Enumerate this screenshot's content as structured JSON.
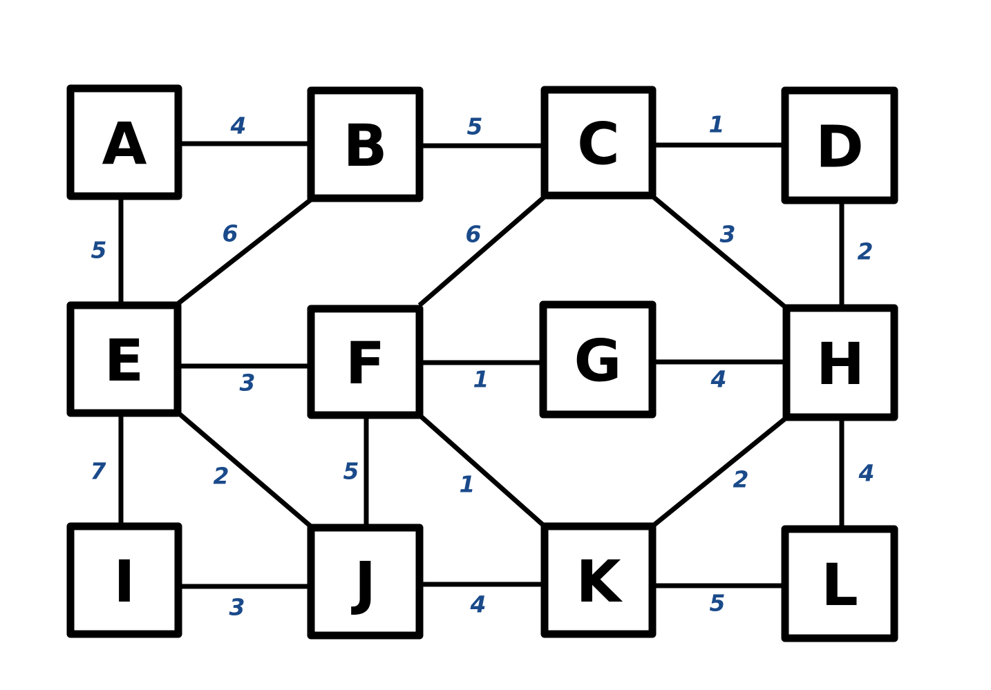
{
  "colors": {
    "node_stroke": "#000000",
    "edge_stroke": "#000000",
    "weight_text": "#1a4a8a",
    "background": "#ffffff"
  },
  "nodes": [
    {
      "id": "A",
      "label": "A"
    },
    {
      "id": "B",
      "label": "B"
    },
    {
      "id": "C",
      "label": "C"
    },
    {
      "id": "D",
      "label": "D"
    },
    {
      "id": "E",
      "label": "E"
    },
    {
      "id": "F",
      "label": "F"
    },
    {
      "id": "G",
      "label": "G"
    },
    {
      "id": "H",
      "label": "H"
    },
    {
      "id": "I",
      "label": "I"
    },
    {
      "id": "J",
      "label": "J"
    },
    {
      "id": "K",
      "label": "K"
    },
    {
      "id": "L",
      "label": "L"
    }
  ],
  "edges": [
    {
      "from": "A",
      "to": "B",
      "weight": "4"
    },
    {
      "from": "B",
      "to": "C",
      "weight": "5"
    },
    {
      "from": "C",
      "to": "D",
      "weight": "1"
    },
    {
      "from": "A",
      "to": "E",
      "weight": "5"
    },
    {
      "from": "B",
      "to": "E",
      "weight": "6"
    },
    {
      "from": "C",
      "to": "F",
      "weight": "6"
    },
    {
      "from": "C",
      "to": "H",
      "weight": "3"
    },
    {
      "from": "D",
      "to": "H",
      "weight": "2"
    },
    {
      "from": "E",
      "to": "F",
      "weight": "3"
    },
    {
      "from": "F",
      "to": "G",
      "weight": "1"
    },
    {
      "from": "G",
      "to": "H",
      "weight": "4"
    },
    {
      "from": "E",
      "to": "I",
      "weight": "7"
    },
    {
      "from": "E",
      "to": "J",
      "weight": "2"
    },
    {
      "from": "F",
      "to": "J",
      "weight": "5"
    },
    {
      "from": "F",
      "to": "K",
      "weight": "1"
    },
    {
      "from": "H",
      "to": "K",
      "weight": "2"
    },
    {
      "from": "H",
      "to": "L",
      "weight": "4"
    },
    {
      "from": "I",
      "to": "J",
      "weight": "3"
    },
    {
      "from": "J",
      "to": "K",
      "weight": "4"
    },
    {
      "from": "K",
      "to": "L",
      "weight": "5"
    }
  ]
}
